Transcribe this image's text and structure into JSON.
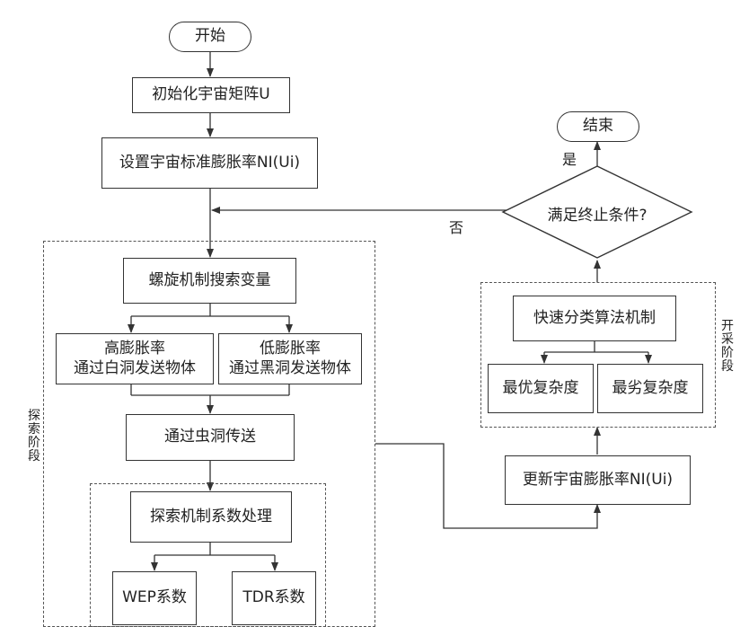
{
  "nodes": {
    "start": "开始",
    "init_matrix": "初始化宇宙矩阵U",
    "set_rate": "设置宇宙标准膨胀率NI(Ui)",
    "spiral_search": "螺旋机制搜索变量",
    "high_rate_line1": "高膨胀率",
    "high_rate_line2": "通过白洞发送物体",
    "low_rate_line1": "低膨胀率",
    "low_rate_line2": "通过黑洞发送物体",
    "wormhole": "通过虫洞传送",
    "explore_coeff": "探索机制系数处理",
    "wep": "WEP系数",
    "tdr": "TDR系数",
    "update_rate": "更新宇宙膨胀率NI(Ui)",
    "quick_sort": "快速分类算法机制",
    "best_complexity": "最优复杂度",
    "worst_complexity": "最劣复杂度",
    "condition": "满足终止条件?",
    "end": "结束"
  },
  "labels": {
    "yes": "是",
    "no": "否",
    "explore_stage": "探\n索\n阶\n段",
    "exploit_stage": "开\n采\n阶\n段"
  }
}
